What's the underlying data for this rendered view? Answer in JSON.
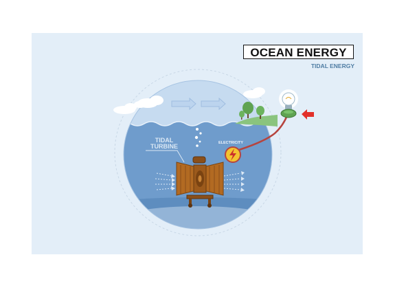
{
  "header": {
    "title": "OCEAN ENERGY",
    "subtitle": "TIDAL ENERGY"
  },
  "labels": {
    "turbine_line1": "TIDAL",
    "turbine_line2": "TURBINE",
    "electricity": "ELECTRICITY"
  },
  "icons": [
    "cloud-icon",
    "arrow-right-icon",
    "tree-icon",
    "light-bulb-icon",
    "lightning-icon",
    "turbine-icon",
    "bubbles-icon",
    "water-flow-icon"
  ],
  "colors": {
    "background": "#e3eef8",
    "water": "#6f9ccc",
    "sky_circle": "#c6dbf0",
    "land": "#8ac47e",
    "turbine": "#b26a22",
    "bolt_circle": "#f3c330",
    "cable": "#b6443e",
    "pointer": "#e2302a"
  }
}
